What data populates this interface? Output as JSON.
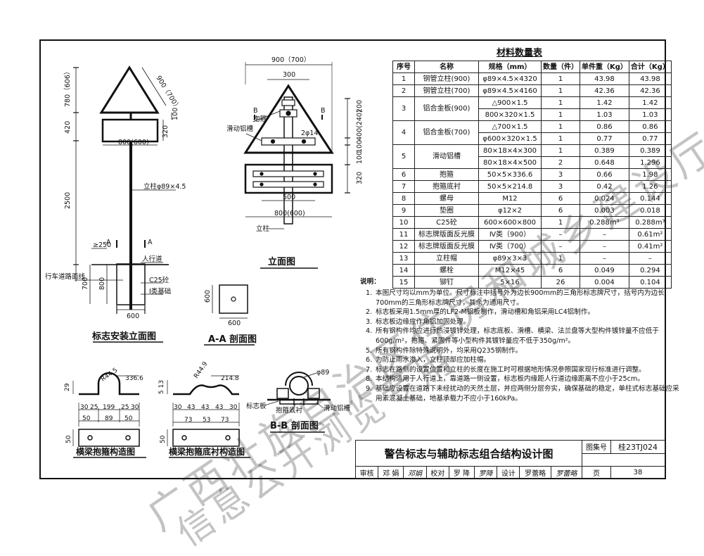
{
  "labels": {
    "d900_700": "900（700）",
    "d780": "780（606）",
    "d420": "420",
    "d2500": "2500",
    "d800": "800(600)",
    "d320": "320",
    "d100": "100",
    "post": "立柱φ89×4.5",
    "a": "A",
    "d250": "≥250",
    "pedestrian": "人行道",
    "road_edge": "行车道路面线",
    "d700": "700",
    "d800v": "800",
    "c25": "C25砼",
    "foundation": "Ⅰ类基础",
    "d600": "600",
    "elev_title": "标志安装立面图",
    "f900": "900（700）",
    "f300": "300",
    "clamp": "抱箍",
    "slot": "滑动铝槽",
    "b": "B",
    "phi14": "2φ14",
    "f200": "200",
    "f400": "400(240)",
    "f100a": "100",
    "f100b": "100",
    "f320": "320",
    "f500": "500",
    "f800": "800(600)",
    "fpost": "立柱",
    "front_title": "立面图",
    "aa600a": "600",
    "aa600b": "600",
    "aa_title": "A-A 剖面图",
    "r44": "R44.5",
    "w3366": "336.6",
    "h29": "29",
    "c30a": "30",
    "c25a": "25",
    "c199": "199",
    "c25b": "25",
    "c30b": "30",
    "c50a": "50",
    "c89": "89",
    "c50b": "50",
    "v50": "50",
    "clamp_title": "横梁抱箍构造图",
    "r449": "R44.9",
    "w2148": "214.8",
    "h513": "5 13",
    "d30a": "30",
    "d43a": "43",
    "d43b": "43",
    "d43c": "43",
    "d30b": "30",
    "d73a": "73",
    "d53": "53",
    "d73b": "73",
    "dv50": "50",
    "liner_title": "横梁抱箍底衬构造图",
    "bb89": "φ89",
    "bb_panel": "标志板",
    "bb_liner": "抱箍底衬",
    "bb_slot": "滑动铝槽",
    "bb_title": "B-B 剖面图"
  },
  "table": {
    "title": "材料数量表",
    "headers": [
      "序号",
      "名称",
      "规格（mm）",
      "数量（件）",
      "单件重（Kg）",
      "合计（Kg）"
    ],
    "rows": [
      {
        "no": "1",
        "name": "钢管立柱(900)",
        "spec": "φ89×4.5×4320",
        "qty": "1",
        "unit": "43.98",
        "total": "43.98"
      },
      {
        "no": "2",
        "name": "钢管立柱(700)",
        "spec": "φ89×4.5×4160",
        "qty": "1",
        "unit": "42.36",
        "total": "42.36"
      },
      {
        "no": "3",
        "name": "铝合金板(900)",
        "spec": "△900×1.5",
        "qty": "1",
        "unit": "1.42",
        "total": "1.42",
        "spec2": "800×320×1.5",
        "qty2": "1",
        "unit2": "1.03",
        "total2": "1.03"
      },
      {
        "no": "4",
        "name": "铝合金板(700)",
        "spec": "△700×1.5",
        "qty": "1",
        "unit": "0.86",
        "total": "0.86",
        "spec2": "φ600×320×1.5",
        "qty2": "1",
        "unit2": "0.77",
        "total2": "0.77"
      },
      {
        "no": "5",
        "name": "滑动铝槽",
        "spec": "80×18×4×300",
        "qty": "1",
        "unit": "0.389",
        "total": "0.389",
        "spec2": "80×18×4×500",
        "qty2": "2",
        "unit2": "0.648",
        "total2": "1.296"
      },
      {
        "no": "6",
        "name": "抱箍",
        "spec": "50×5×336.6",
        "qty": "3",
        "unit": "0.66",
        "total": "1.98"
      },
      {
        "no": "7",
        "name": "抱箍底衬",
        "spec": "50×5×214.8",
        "qty": "3",
        "unit": "0.42",
        "total": "1.26"
      },
      {
        "no": "8",
        "name": "螺母",
        "spec": "M12",
        "qty": "6",
        "unit": "0.024",
        "total": "0.144"
      },
      {
        "no": "9",
        "name": "垫圈",
        "spec": "φ12×2",
        "qty": "6",
        "unit": "0.003",
        "total": "0.018"
      },
      {
        "no": "10",
        "name": "C25砼",
        "spec": "600×600×800",
        "qty": "1",
        "unit": "0.288m³",
        "total": "0.288m³"
      },
      {
        "no": "11",
        "name": "标志牌版面反光膜",
        "spec": "Ⅳ类（900）",
        "qty": "–",
        "unit": "–",
        "total": "0.61m²"
      },
      {
        "no": "12",
        "name": "标志牌版面反光膜",
        "spec": "Ⅳ类（700）",
        "qty": "–",
        "unit": "–",
        "total": "0.41m²"
      },
      {
        "no": "13",
        "name": "立柱帽",
        "spec": "φ89×3×3",
        "qty": "1",
        "unit": "–",
        "total": "–"
      },
      {
        "no": "14",
        "name": "螺栓",
        "spec": "M12×45",
        "qty": "6",
        "unit": "0.049",
        "total": "0.294"
      },
      {
        "no": "15",
        "name": "铆钉",
        "spec": "5×16",
        "qty": "26",
        "unit": "0.004",
        "total": "0.104"
      }
    ]
  },
  "notes": {
    "heading": "说明：",
    "items": [
      {
        "n": "1.",
        "text": "本图尺寸均以mm为单位。尺寸标注中括号外为边长900mm的三角形标志牌尺寸，括号内为边长700mm的三角形标志牌尺寸，其余为通用尺寸。"
      },
      {
        "n": "2.",
        "text": "标志板采用1.5mm厚的LF2-M铝板制作，滑动槽和角铝采用LC4铝制作。"
      },
      {
        "n": "3.",
        "text": "标志板边缘应作角铝加固处理。"
      },
      {
        "n": "4.",
        "text": "所有钢构件均应进行热浸镀锌处理，标志底板、滑槽、横梁、法兰盘等大型构件镀锌量不应低于600g/m²，抱箍、紧固件等小型构件其镀锌量应不低于350g/m²。"
      },
      {
        "n": "5.",
        "text": "所有钢构件除特殊说明外，均采用Q235钢制作。"
      },
      {
        "n": "6.",
        "text": "为防止雨水渗入，立柱顶部应加柱帽。"
      },
      {
        "n": "7.",
        "text": "标志在路侧的设置位置和立柱的长度在施工时可根据地形情况参照国家现行标准进行调整。"
      },
      {
        "n": "8.",
        "text": "本结构适用于人行道上，靠道路一侧设置，标志板内缘距人行道边缘距离不应小于25cm。"
      },
      {
        "n": "9.",
        "text": "基础应设置在道路下未经扰动的天然土层，并应两侧分层夯实，确保基础的稳定，单柱式标志基础应采用素混凝土基础，地基承载力不应小于160kPa。"
      }
    ]
  },
  "titleblock": {
    "title": "警告标志与辅助标志组合结构设计图",
    "atlas_label": "图集号",
    "atlas_no": "桂23TJ024",
    "review_label": "审核",
    "review_name": "邓 娟",
    "review_sig": "邓娟",
    "check_label": "校对",
    "check_name": "罗 降",
    "check_sig": "罗降",
    "design_label": "设计",
    "design_name": "罗蕾略",
    "design_sig": "罗蕾略",
    "page_label": "页",
    "page_no": "38"
  },
  "watermark": {
    "line1": "广西壮族自治区住房和城乡建设厅",
    "line2": "信息公开浏览专用"
  }
}
